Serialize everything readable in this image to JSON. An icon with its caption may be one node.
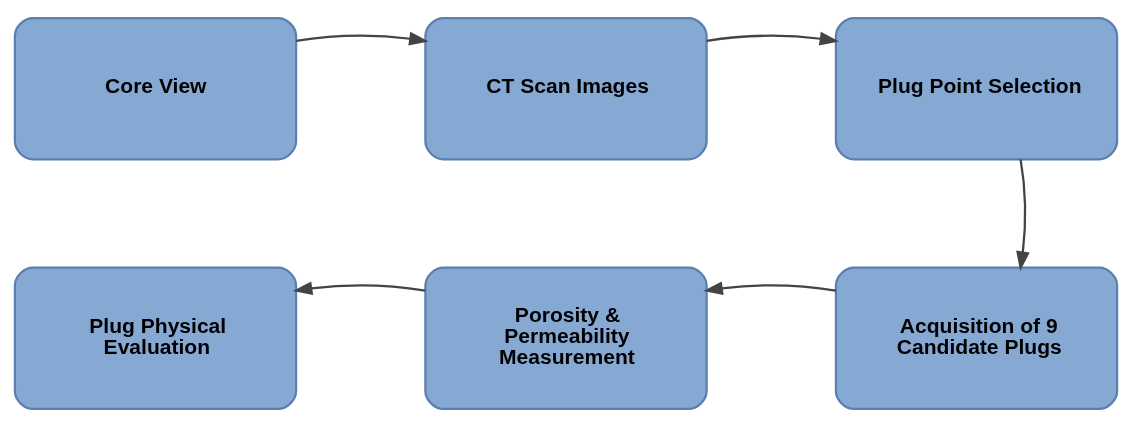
{
  "diagram": {
    "nodes": [
      {
        "text": [
          "Core View"
        ]
      },
      {
        "text": [
          "CT Scan Images"
        ]
      },
      {
        "text": [
          "Plug Point Selection"
        ]
      },
      {
        "text": [
          "Acquisition of 9 Candidate Plugs"
        ]
      },
      {
        "text": [
          "Porosity & Permeability Measurement"
        ]
      },
      {
        "text": [
          "Plug Physical Evaluation"
        ]
      }
    ],
    "edges": [
      {
        "from": 0,
        "to": 1,
        "arrow": "to"
      },
      {
        "from": 1,
        "to": 2,
        "arrow": "to"
      },
      {
        "from": 2,
        "to": 3,
        "arrow": "to"
      },
      {
        "from": 3,
        "to": 4,
        "arrow": "to"
      },
      {
        "from": 4,
        "to": 5,
        "arrow": "to"
      }
    ]
  }
}
